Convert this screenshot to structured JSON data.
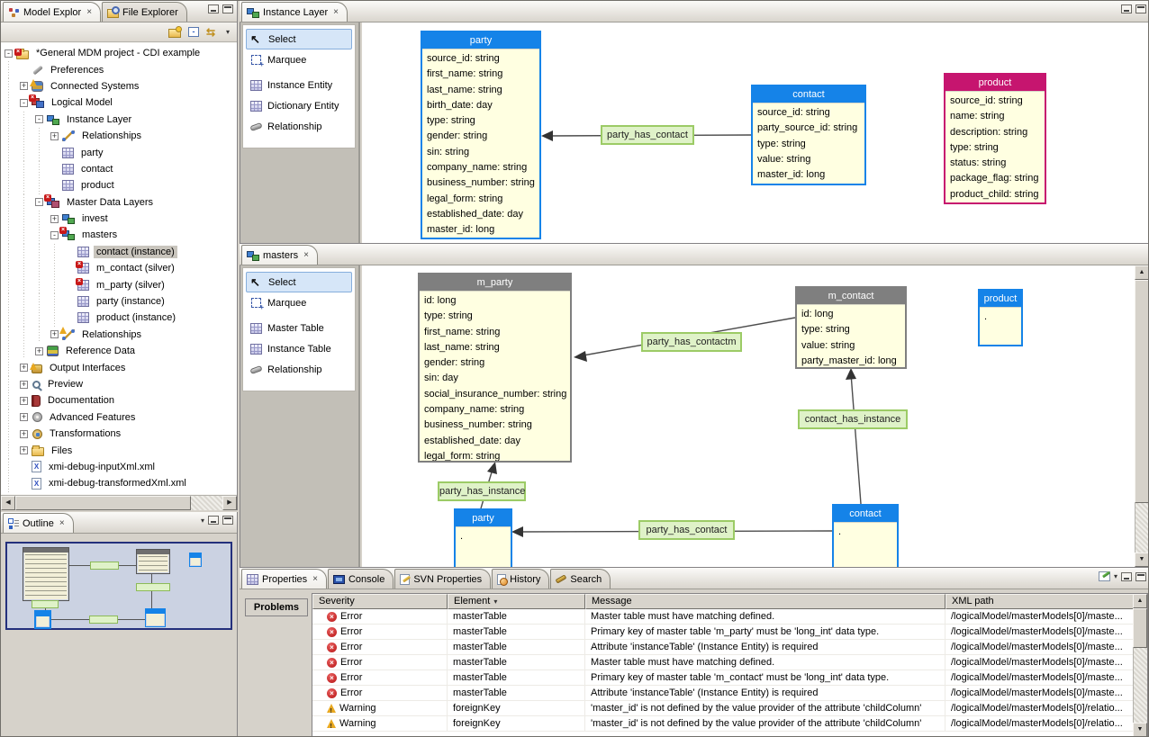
{
  "colors": {
    "entity_blue": "#1583E8",
    "entity_magenta": "#C6156F",
    "entity_gray": "#7F7F7F",
    "entity_body": "#FFFFE1",
    "relation_bg": "#DFF2C8",
    "relation_border": "#9CCB66",
    "error_red": "#C81818",
    "warning_yellow": "#E8A820",
    "selection_blue": "#D6E6F8"
  },
  "model_explorer": {
    "tabs": [
      {
        "label": "Model Explor",
        "icon": "model-explorer-icon",
        "active": true,
        "closable": true
      },
      {
        "label": "File Explorer",
        "icon": "file-explorer-icon",
        "active": false,
        "closable": false
      }
    ],
    "toolbar": [
      {
        "name": "new-folder-button",
        "icon": "newfolder-icon"
      },
      {
        "name": "collapse-all-button",
        "icon": "collapseall-icon"
      },
      {
        "name": "link-with-editor-button",
        "icon": "link-icon"
      },
      {
        "name": "view-menu-button",
        "icon": "chevron-down-icon",
        "glyph": "▾"
      }
    ],
    "tree": [
      {
        "label": "*General MDM project - CDI example",
        "level": 0,
        "expand": "minus",
        "icon": "project-icon",
        "overlay": "error",
        "selected": false
      },
      {
        "label": "Preferences",
        "level": 1,
        "expand": "none",
        "icon": "wrench-icon",
        "overlay": "none",
        "selected": false
      },
      {
        "label": "Connected Systems",
        "level": 1,
        "expand": "plus",
        "icon": "connected-icon",
        "overlay": "warning",
        "selected": false
      },
      {
        "label": "Logical Model",
        "level": 1,
        "expand": "minus",
        "icon": "logical-icon",
        "overlay": "error",
        "selected": false
      },
      {
        "label": "Instance Layer",
        "level": 2,
        "expand": "minus",
        "icon": "layer-icon",
        "overlay": "none",
        "selected": false
      },
      {
        "label": "Relationships",
        "level": 3,
        "expand": "plus",
        "icon": "relationships-icon",
        "overlay": "none",
        "selected": false
      },
      {
        "label": "party",
        "level": 3,
        "expand": "none",
        "icon": "table-icon",
        "overlay": "none",
        "selected": false
      },
      {
        "label": "contact",
        "level": 3,
        "expand": "none",
        "icon": "table-icon",
        "overlay": "none",
        "selected": false
      },
      {
        "label": "product",
        "level": 3,
        "expand": "none",
        "icon": "table-icon",
        "overlay": "none",
        "selected": false
      },
      {
        "label": "Master Data Layers",
        "level": 2,
        "expand": "minus",
        "icon": "masterlayers-icon",
        "overlay": "error",
        "selected": false
      },
      {
        "label": "invest",
        "level": 3,
        "expand": "plus",
        "icon": "layer-icon",
        "overlay": "none",
        "selected": false
      },
      {
        "label": "masters",
        "level": 3,
        "expand": "minus",
        "icon": "layer-icon",
        "overlay": "error",
        "selected": false
      },
      {
        "label": "contact (instance)",
        "level": 4,
        "expand": "none",
        "icon": "table-icon",
        "overlay": "none",
        "selected": true
      },
      {
        "label": "m_contact (silver)",
        "level": 4,
        "expand": "none",
        "icon": "table-icon",
        "overlay": "error",
        "selected": false
      },
      {
        "label": "m_party (silver)",
        "level": 4,
        "expand": "none",
        "icon": "table-icon",
        "overlay": "error",
        "selected": false
      },
      {
        "label": "party (instance)",
        "level": 4,
        "expand": "none",
        "icon": "table-icon",
        "overlay": "none",
        "selected": false
      },
      {
        "label": "product (instance)",
        "level": 4,
        "expand": "none",
        "icon": "table-icon",
        "overlay": "none",
        "selected": false
      },
      {
        "label": "Relationships",
        "level": 3,
        "expand": "plus",
        "icon": "relationships-icon",
        "overlay": "warning",
        "selected": false
      },
      {
        "label": "Reference Data",
        "level": 2,
        "expand": "plus",
        "icon": "refdata-icon",
        "overlay": "none",
        "selected": false
      },
      {
        "label": "Output Interfaces",
        "level": 1,
        "expand": "plus",
        "icon": "output-icon",
        "overlay": "warning",
        "selected": false
      },
      {
        "label": "Preview",
        "level": 1,
        "expand": "plus",
        "icon": "preview-icon",
        "overlay": "none",
        "selected": false
      },
      {
        "label": "Documentation",
        "level": 1,
        "expand": "plus",
        "icon": "doc-icon",
        "overlay": "none",
        "selected": false
      },
      {
        "label": "Advanced Features",
        "level": 1,
        "expand": "plus",
        "icon": "gear-icon",
        "overlay": "none",
        "selected": false
      },
      {
        "label": "Transformations",
        "level": 1,
        "expand": "plus",
        "icon": "transform-icon",
        "overlay": "none",
        "selected": false
      },
      {
        "label": "Files",
        "level": 1,
        "expand": "plus",
        "icon": "folder-icon",
        "overlay": "none",
        "selected": false
      },
      {
        "label": "xmi-debug-inputXml.xml",
        "level": 1,
        "expand": "none",
        "icon": "xml-icon",
        "overlay": "none",
        "selected": false
      },
      {
        "label": "xmi-debug-transformedXml.xml",
        "level": 1,
        "expand": "none",
        "icon": "xml-icon",
        "overlay": "none",
        "selected": false
      }
    ]
  },
  "outline": {
    "title": "Outline"
  },
  "instance_editor": {
    "tab": {
      "label": "Instance Layer",
      "icon": "diagram-icon",
      "closable": true
    },
    "palette": [
      {
        "label": "Select",
        "icon": "cursor-icon",
        "selected": true
      },
      {
        "label": "Marquee",
        "icon": "marquee-icon",
        "selected": false
      },
      {
        "label": "Instance Entity",
        "icon": "table-icon",
        "selected": false
      },
      {
        "label": "Dictionary Entity",
        "icon": "table-icon",
        "selected": false
      },
      {
        "label": "Relationship",
        "icon": "relationship-icon",
        "selected": false
      }
    ],
    "entities": [
      {
        "name": "party",
        "color": "blue",
        "attrs": [
          "source_id: string",
          "first_name: string",
          "last_name: string",
          "birth_date: day",
          "type: string",
          "gender: string",
          "sin: string",
          "company_name: string",
          "business_number: string",
          "legal_form: string",
          "established_date: day",
          "master_id: long"
        ]
      },
      {
        "name": "contact",
        "color": "blue",
        "attrs": [
          "source_id: string",
          "party_source_id: string",
          "type: string",
          "value: string",
          "master_id: long"
        ]
      },
      {
        "name": "product",
        "color": "magenta",
        "attrs": [
          "source_id: string",
          "name: string",
          "description: string",
          "type: string",
          "status: string",
          "package_flag: string",
          "product_child: string"
        ]
      }
    ],
    "relationships": [
      {
        "label": "party_has_contact"
      }
    ]
  },
  "masters_editor": {
    "tab": {
      "label": "masters",
      "icon": "diagram-icon",
      "closable": true
    },
    "palette": [
      {
        "label": "Select",
        "icon": "cursor-icon",
        "selected": true
      },
      {
        "label": "Marquee",
        "icon": "marquee-icon",
        "selected": false
      },
      {
        "label": "Master Table",
        "icon": "table-icon",
        "selected": false
      },
      {
        "label": "Instance Table",
        "icon": "table-icon",
        "selected": false
      },
      {
        "label": "Relationship",
        "icon": "relationship-icon",
        "selected": false
      }
    ],
    "entities": [
      {
        "name": "m_party",
        "color": "gray",
        "attrs": [
          "id: long",
          "type: string",
          "first_name: string",
          "last_name: string",
          "gender: string",
          "sin: day",
          "social_insurance_number: string",
          "company_name: string",
          "business_number: string",
          "established_date: day",
          "legal_form: string"
        ]
      },
      {
        "name": "m_contact",
        "color": "gray",
        "attrs": [
          "id: long",
          "type: string",
          "value: string",
          "party_master_id: long"
        ]
      },
      {
        "name": "product",
        "color": "blue",
        "attrs": [
          "."
        ]
      },
      {
        "name": "party",
        "color": "blue",
        "attrs": [
          "."
        ]
      },
      {
        "name": "contact",
        "color": "blue",
        "attrs": [
          "."
        ]
      }
    ],
    "relationships": [
      {
        "label": "party_has_contactm"
      },
      {
        "label": "contact_has_instance"
      },
      {
        "label": "party_has_instance"
      },
      {
        "label": "party_has_contact"
      }
    ]
  },
  "properties_panel": {
    "tabs": [
      {
        "label": "Properties",
        "icon": "properties-icon",
        "active": true,
        "closable": true
      },
      {
        "label": "Console",
        "icon": "console-icon",
        "active": false,
        "closable": false
      },
      {
        "label": "SVN Properties",
        "icon": "svn-icon",
        "active": false,
        "closable": false
      },
      {
        "label": "History",
        "icon": "history-icon",
        "active": false,
        "closable": false
      },
      {
        "label": "Search",
        "icon": "search-icon",
        "active": false,
        "closable": false
      }
    ],
    "side_tab": "Problems",
    "table": {
      "columns": [
        "Severity",
        "Element",
        "Message",
        "XML path"
      ],
      "rows": [
        {
          "severity": "Error",
          "element": "masterTable",
          "message": "Master table must have matching defined.",
          "xml_path": "/logicalModel/masterModels[0]/maste..."
        },
        {
          "severity": "Error",
          "element": "masterTable",
          "message": "Primary key of master table 'm_party' must be 'long_int' data type.",
          "xml_path": "/logicalModel/masterModels[0]/maste..."
        },
        {
          "severity": "Error",
          "element": "masterTable",
          "message": "Attribute 'instanceTable' (Instance Entity) is required",
          "xml_path": "/logicalModel/masterModels[0]/maste..."
        },
        {
          "severity": "Error",
          "element": "masterTable",
          "message": "Master table must have matching defined.",
          "xml_path": "/logicalModel/masterModels[0]/maste..."
        },
        {
          "severity": "Error",
          "element": "masterTable",
          "message": "Primary key of master table 'm_contact' must be 'long_int' data type.",
          "xml_path": "/logicalModel/masterModels[0]/maste..."
        },
        {
          "severity": "Error",
          "element": "masterTable",
          "message": "Attribute 'instanceTable' (Instance Entity) is required",
          "xml_path": "/logicalModel/masterModels[0]/maste..."
        },
        {
          "severity": "Warning",
          "element": "foreignKey",
          "message": "'master_id' is not defined by the value provider of the attribute 'childColumn'",
          "xml_path": "/logicalModel/masterModels[0]/relatio..."
        },
        {
          "severity": "Warning",
          "element": "foreignKey",
          "message": "'master_id' is not defined by the value provider of the attribute 'childColumn'",
          "xml_path": "/logicalModel/masterModels[0]/relatio..."
        }
      ]
    }
  }
}
